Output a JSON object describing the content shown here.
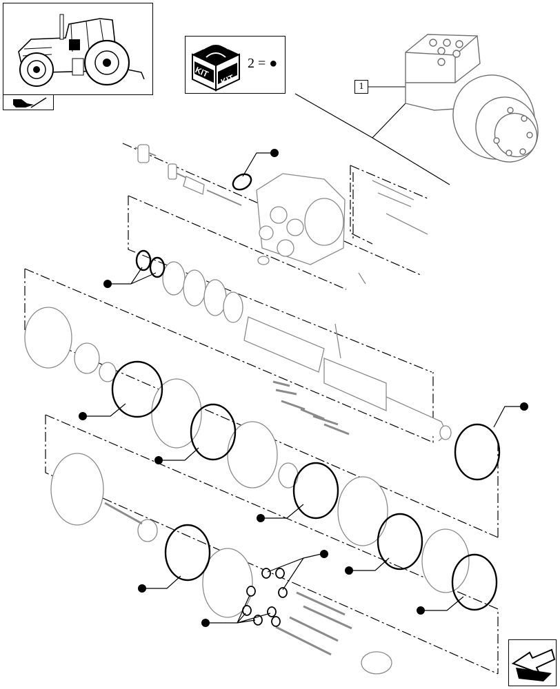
{
  "kit": {
    "word_left": "KIT",
    "word_right": "KIT",
    "legend": "2 = ●"
  },
  "part_reference": "1",
  "icons": {
    "tractor": "tractor-thumbnail-icon",
    "nav": "page-back-icon",
    "kit": "kit-box-icon",
    "next": "next-page-arrow-icon"
  },
  "colors": {
    "line": "#000000",
    "part_outline": "#9a9a9a"
  }
}
